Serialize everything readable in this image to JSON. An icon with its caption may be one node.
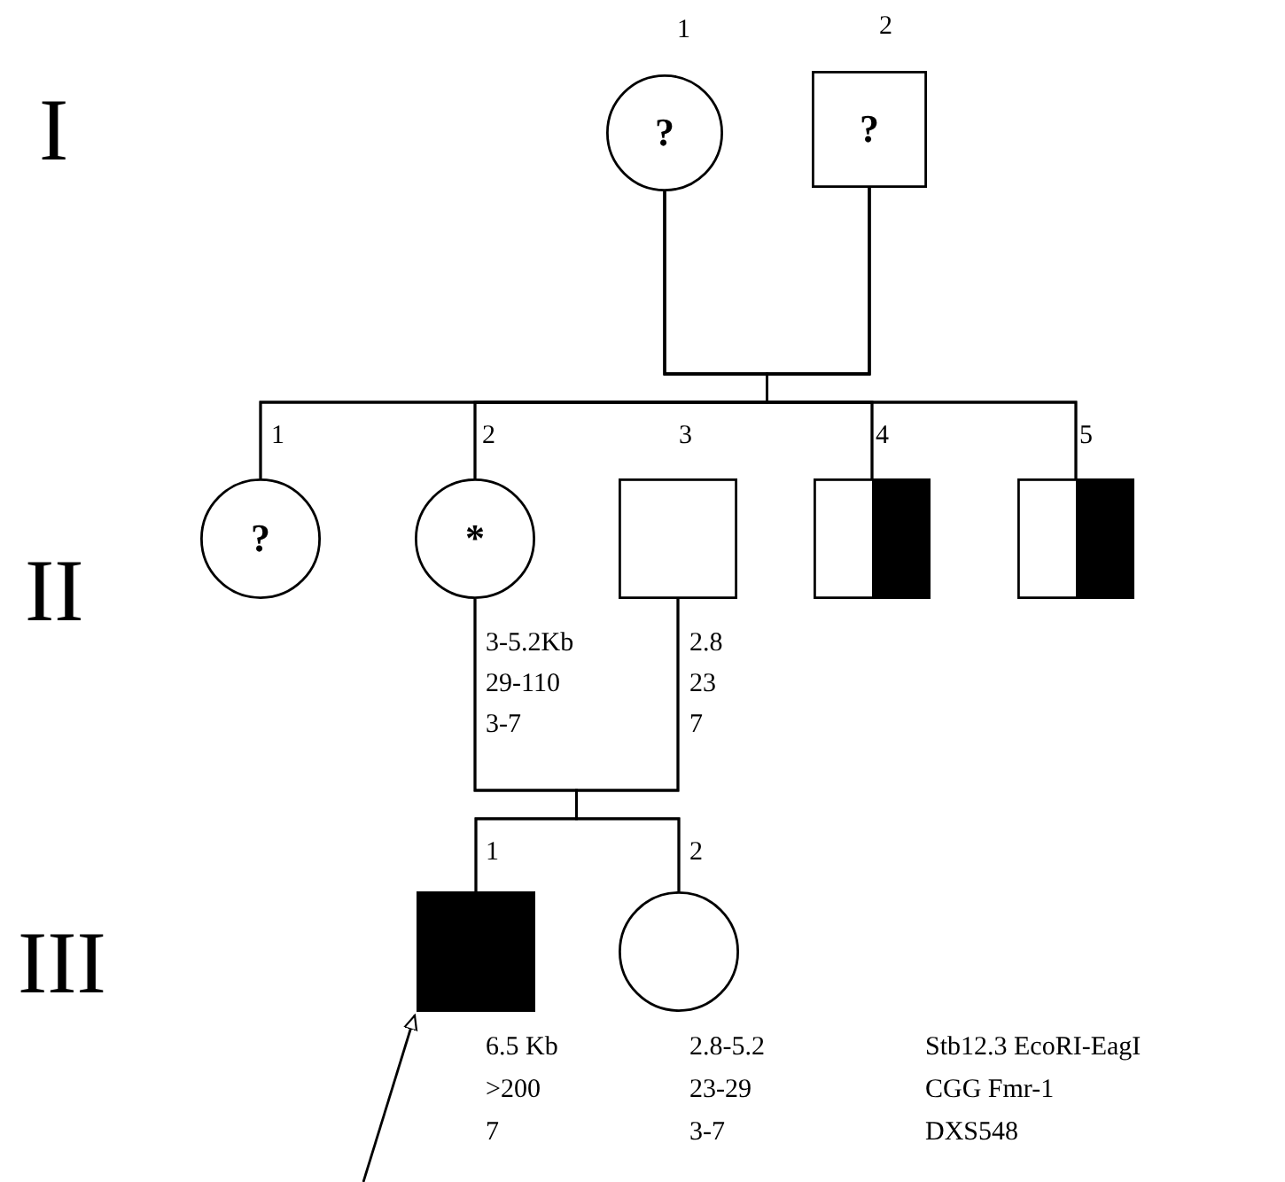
{
  "diagram": {
    "nodes": [
      {
        "text": [
          "?"
        ],
        "beside": [
          "1"
        ]
      },
      {
        "text": [
          "?"
        ],
        "beside": [
          "2"
        ]
      },
      {
        "text": [
          "?"
        ],
        "beside": [
          "1"
        ]
      },
      {
        "text": [
          "*"
        ],
        "beside": [
          "2",
          "3-5.2Kb",
          "29-110",
          "3-7"
        ]
      },
      {
        "text": [],
        "shape": "box",
        "beside": [
          "3",
          "2.8",
          "23",
          "7"
        ]
      },
      {
        "text": [],
        "shape": "box",
        "beside": [
          "4"
        ]
      },
      {
        "text": [],
        "shape": "box",
        "beside": [
          "5"
        ]
      },
      {
        "text": [],
        "shape": "box",
        "beside": [
          "1",
          "6.5 Kb",
          ">200",
          "7"
        ]
      },
      {
        "text": [],
        "shape": "circle",
        "beside": [
          "2",
          "2.8-5.2",
          "23-29",
          "3-7"
        ]
      }
    ],
    "edges": [
      {
        "from": 0,
        "to": 2,
        "arrow": "none"
      },
      {
        "from": 0,
        "to": 3,
        "arrow": "none"
      },
      {
        "from": 0,
        "to": 5,
        "arrow": "none"
      },
      {
        "from": 0,
        "to": 6,
        "arrow": "none"
      },
      {
        "from": 1,
        "to": 2,
        "arrow": "none"
      },
      {
        "from": 1,
        "to": 3,
        "arrow": "none"
      },
      {
        "from": 1,
        "to": 5,
        "arrow": "none"
      },
      {
        "from": 1,
        "to": 6,
        "arrow": "none"
      },
      {
        "from": 3,
        "to": 7,
        "arrow": "none"
      },
      {
        "from": 3,
        "to": 8,
        "arrow": "none"
      },
      {
        "from": 4,
        "to": 7,
        "arrow": "none"
      },
      {
        "from": 4,
        "to": 8,
        "arrow": "none"
      },
      {
        "from": null,
        "to": 7,
        "arrow": "to"
      }
    ],
    "labels": [
      "I",
      "II",
      "III",
      "Stb12.3 EcoRI-EagI",
      "CGG Fmr-1",
      "DXS548"
    ]
  }
}
